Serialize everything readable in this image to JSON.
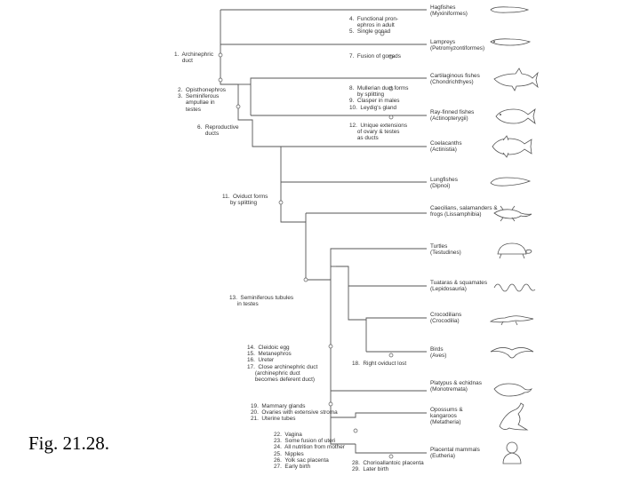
{
  "caption": "Fig. 21.28.",
  "taxa": [
    {
      "name": "Hagfishes",
      "group": "(Myxiniformes)"
    },
    {
      "name": "Lampreys",
      "group": "(Petromyzontiformes)"
    },
    {
      "name": "Cartilaginous fishes",
      "group": "(Chondrichthyes)"
    },
    {
      "name": "Ray-finned fishes",
      "group": "(Actinopterygii)"
    },
    {
      "name": "Coelacanths",
      "group": "(Actinistia)"
    },
    {
      "name": "Lungfishes",
      "group": "(Dipnoi)"
    },
    {
      "name": "Caecilians, salamanders &",
      "group": "frogs (Lissamphibia)"
    },
    {
      "name": "Turtles",
      "group": "(Testudines)"
    },
    {
      "name": "Tuataras & squamates",
      "group": "(Lepidosauria)"
    },
    {
      "name": "Crocodilians",
      "group": "(Crocodilia)"
    },
    {
      "name": "Birds",
      "group": "(Aves)"
    },
    {
      "name": "Platypus & echidnas",
      "group": "(Monotremata)"
    },
    {
      "name": "Opossums &",
      "group": "kangaroos\n(Metatheria)"
    },
    {
      "name": "Placental mammals",
      "group": "(Eutheria)"
    }
  ],
  "characters": {
    "c1": "1.  Archinephric\n     duct",
    "c2_3": "2.  Opisthonephros\n3.  Seminiferous\n     ampullae in\n     testes",
    "c6": "6.  Reproductive\n     ducts",
    "c4_5": "4.  Functional pron-\n     ephros in adult\n5.  Single gonad",
    "c7": "7.  Fusion of gonads",
    "c8_10": "8.  Mullerian duct forms\n     by splitting\n9.  Clasper in males\n10.  Leydig's gland",
    "c12": "12.  Unique extensions\n     of ovary & testes\n     as ducts",
    "c11": "11.  Oviduct forms\n     by splitting",
    "c13": "13.  Seminiferous tubules\n     in testes",
    "c14_17": "14.  Cleidoic egg\n15.  Metanephros\n16.  Ureter\n17.  Close archinephric duct\n     (archinephric duct\n     becomes deferent duct)",
    "c18": "18.  Right oviduct lost",
    "c19_21": "19.  Mammary glands\n20.  Ovaries with extensive stroma\n21.  Uterine tubes",
    "c22_27": "22.  Vagina\n23.  Some fusion of uteri\n24.  All nutrition from mother\n25.  Nipples\n26.  Yolk sac placenta\n27.  Early birth",
    "c28_29": "28.  Chorioallantoic placenta\n29.  Later birth"
  },
  "icons": [
    "hagfish-icon",
    "lamprey-icon",
    "shark-icon",
    "ray-finned-fish-icon",
    "coelacanth-icon",
    "lungfish-icon",
    "salamander-icon",
    "turtle-icon",
    "snake-icon",
    "crocodile-icon",
    "bird-icon",
    "platypus-icon",
    "kangaroo-icon",
    "human-icon"
  ]
}
